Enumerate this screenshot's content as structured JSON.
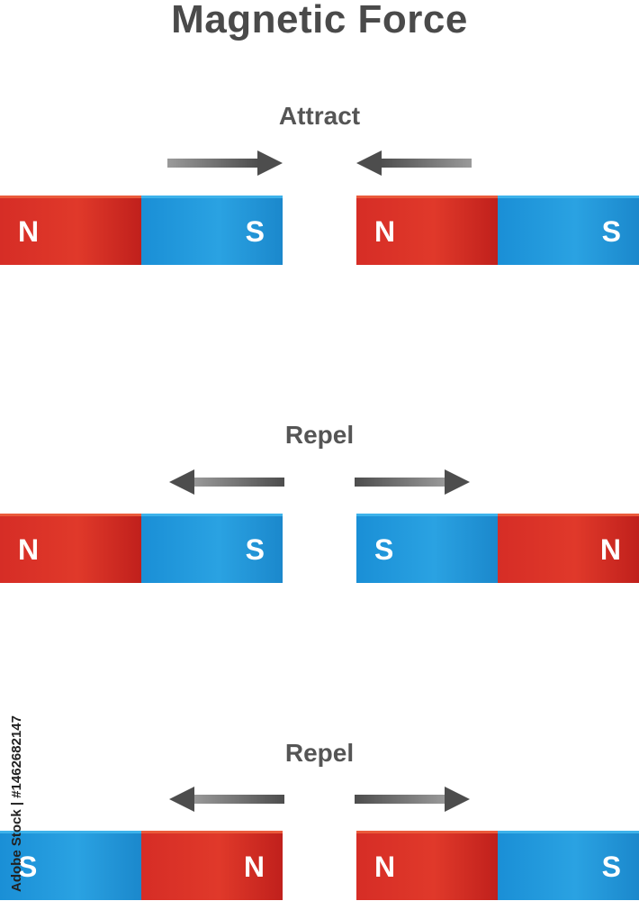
{
  "title": "Magnetic Force",
  "colors": {
    "north": "#d62d26",
    "south": "#1a8fd6",
    "arrow": "#555555",
    "text": "#4a4a4a"
  },
  "sections": [
    {
      "label": "Attract",
      "left_magnet": {
        "left_pole": "N",
        "right_pole": "S"
      },
      "right_magnet": {
        "left_pole": "N",
        "right_pole": "S"
      },
      "arrows": "toward-center"
    },
    {
      "label": "Repel",
      "left_magnet": {
        "left_pole": "N",
        "right_pole": "S"
      },
      "right_magnet": {
        "left_pole": "S",
        "right_pole": "N"
      },
      "arrows": "away-from-center"
    },
    {
      "label": "Repel",
      "left_magnet": {
        "left_pole": "S",
        "right_pole": "N"
      },
      "right_magnet": {
        "left_pole": "N",
        "right_pole": "S"
      },
      "arrows": "away-from-center"
    }
  ],
  "stock_id": "Adobe Stock | #1462682147"
}
